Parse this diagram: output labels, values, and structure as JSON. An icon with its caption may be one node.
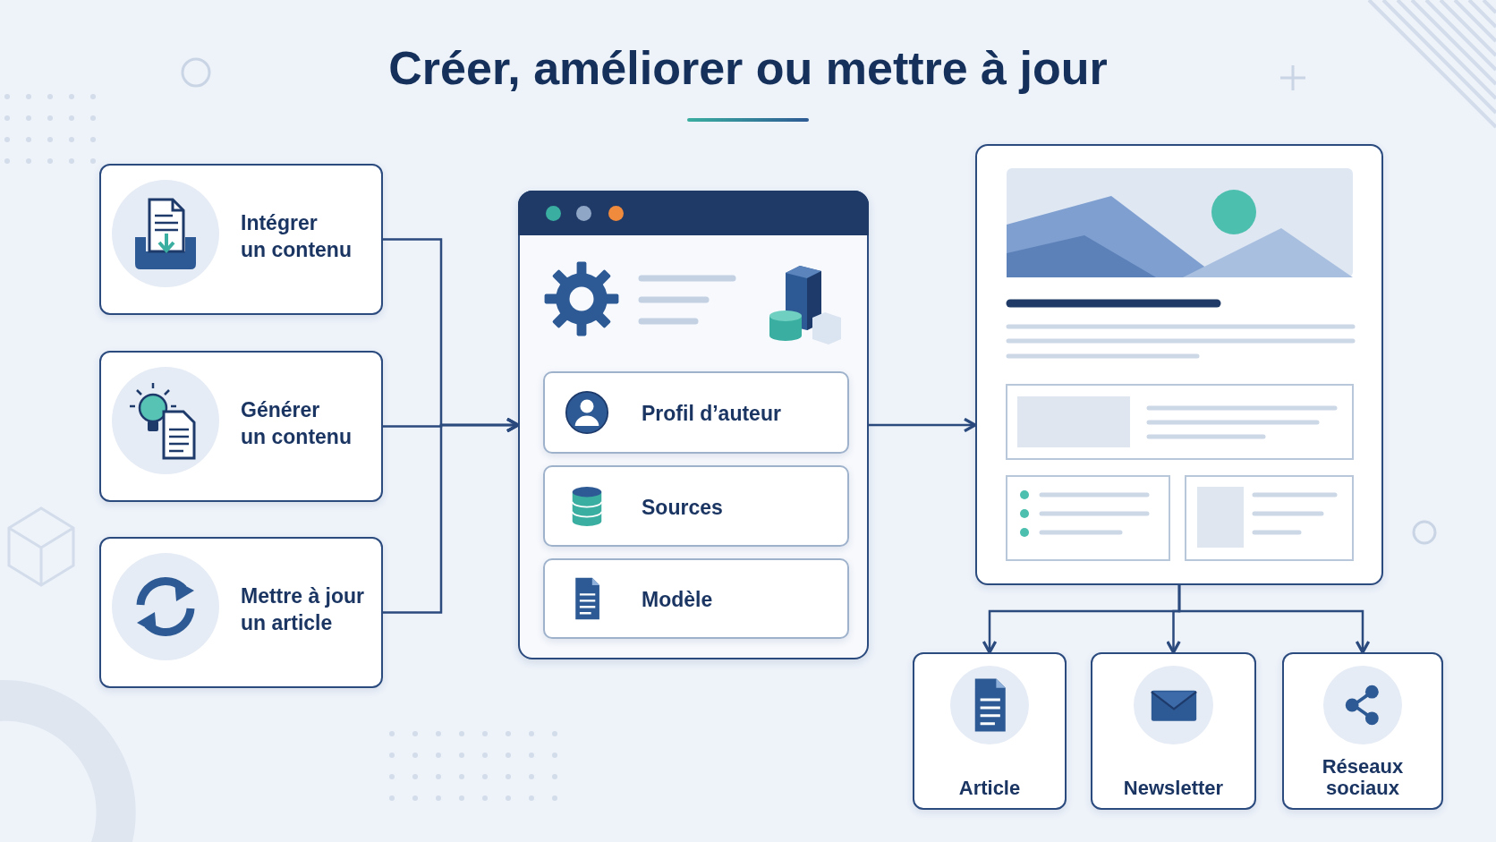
{
  "diagram": {
    "title": "Créer, améliorer ou mettre à jour",
    "nodes": [
      {
        "text": [
          "Intégrer un contenu"
        ]
      },
      {
        "text": [
          "Générer un contenu"
        ]
      },
      {
        "text": [
          "Mettre à jour un article"
        ]
      },
      {
        "text": [],
        "shape": "box"
      },
      {
        "text": [
          "Profil d’auteur"
        ],
        "in": 3
      },
      {
        "text": [
          "Sources"
        ],
        "in": 3
      },
      {
        "text": [
          "Modèle"
        ],
        "in": 3
      },
      {
        "text": [],
        "shape": "picture"
      },
      {
        "text": [
          "Article"
        ]
      },
      {
        "text": [
          "Newsletter"
        ]
      },
      {
        "text": [
          "Réseaux sociaux"
        ]
      }
    ],
    "edges": [
      {
        "from": 0,
        "to": 3,
        "arrow": "to"
      },
      {
        "from": 1,
        "to": 3,
        "arrow": "to"
      },
      {
        "from": 2,
        "to": 3,
        "arrow": "to"
      },
      {
        "from": 3,
        "to": 7,
        "arrow": "to"
      },
      {
        "from": 7,
        "to": 8,
        "arrow": "to"
      },
      {
        "from": 7,
        "to": 9,
        "arrow": "to"
      },
      {
        "from": 7,
        "to": 10,
        "arrow": "to"
      }
    ]
  }
}
